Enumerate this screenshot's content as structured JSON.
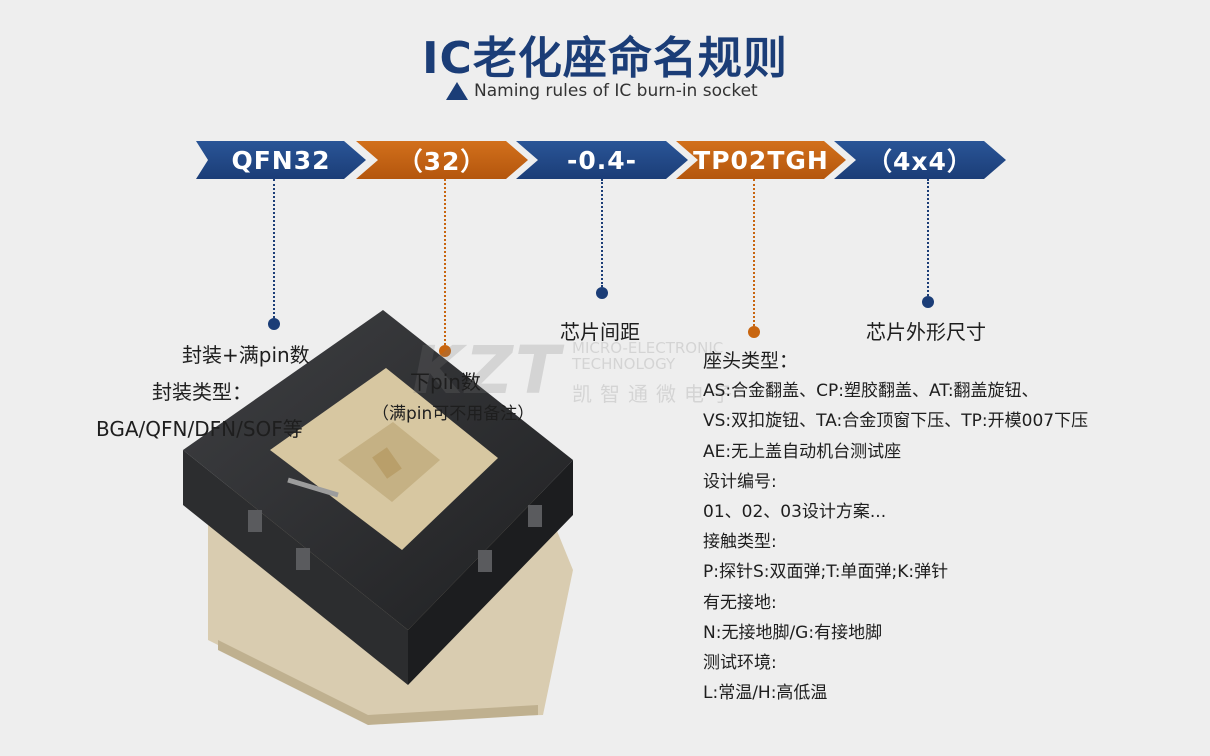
{
  "header": {
    "title": "IC老化座命名规则",
    "subtitle": "Naming rules of IC burn-in socket"
  },
  "segments": [
    {
      "text": "QFN32",
      "color": "#1b3d77"
    },
    {
      "text": "（32）",
      "color": "#c8650f"
    },
    {
      "text": "-0.4-",
      "color": "#1b3d77"
    },
    {
      "text": "TP02TGH",
      "color": "#c8650f"
    },
    {
      "text": "（4x4）",
      "color": "#1b3d77"
    }
  ],
  "labels": {
    "package_pins": "封装+满pin数",
    "package_type_title": "封装类型：",
    "package_type_values": "BGA/QFN/DFN/SOF等",
    "lower_pin": "下pin数",
    "lower_pin_note": "（满pin可不用备注）",
    "chip_pitch": "芯片间距",
    "chip_size": "芯片外形尺寸"
  },
  "watermark": {
    "logo": "KZT",
    "line1": "MICRO-ELECTRONIC",
    "line2": "TECHNOLOGY",
    "cn": "凯智通微电子"
  },
  "socket_head": {
    "title": "座头类型：",
    "lines": [
      "AS:合金翻盖、CP:塑胶翻盖、AT:翻盖旋钮、",
      "VS:双扣旋钮、TA:合金顶窗下压、TP:开模007下压",
      "AE:无上盖自动机台测试座",
      "设计编号:",
      "01、02、03设计方案...",
      "接触类型:",
      "P:探针S:双面弹;T:单面弹;K:弹针",
      "有无接地:",
      "N:无接地脚/G:有接地脚",
      "测试环境:",
      "L:常温/H:高低温"
    ]
  },
  "colors": {
    "blue": "#1b3d77",
    "orange": "#c8650f",
    "background": "#eeeeee"
  }
}
